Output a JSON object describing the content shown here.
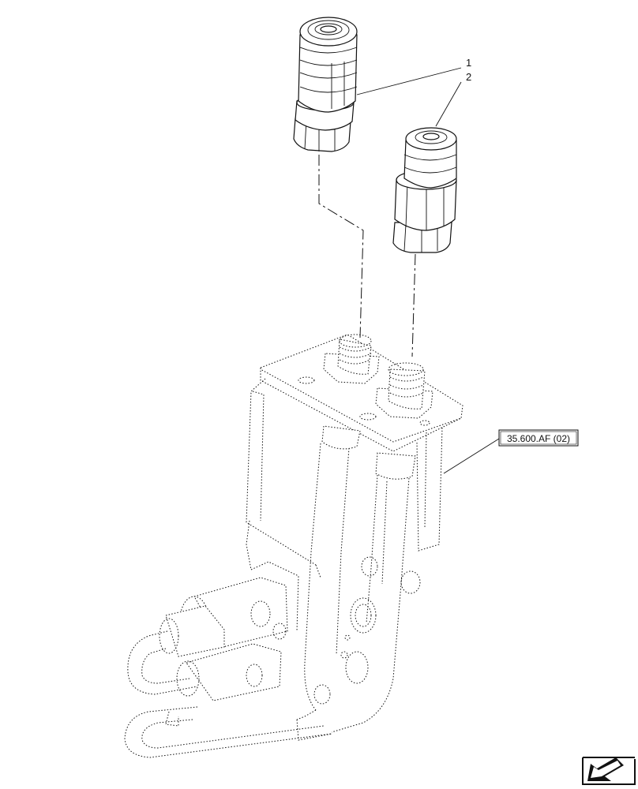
{
  "callouts": [
    {
      "label": "1"
    },
    {
      "label": "2"
    }
  ],
  "reference_box": {
    "label": "35.600.AF (02)"
  },
  "nav_icon": "next-page-arrow-icon"
}
